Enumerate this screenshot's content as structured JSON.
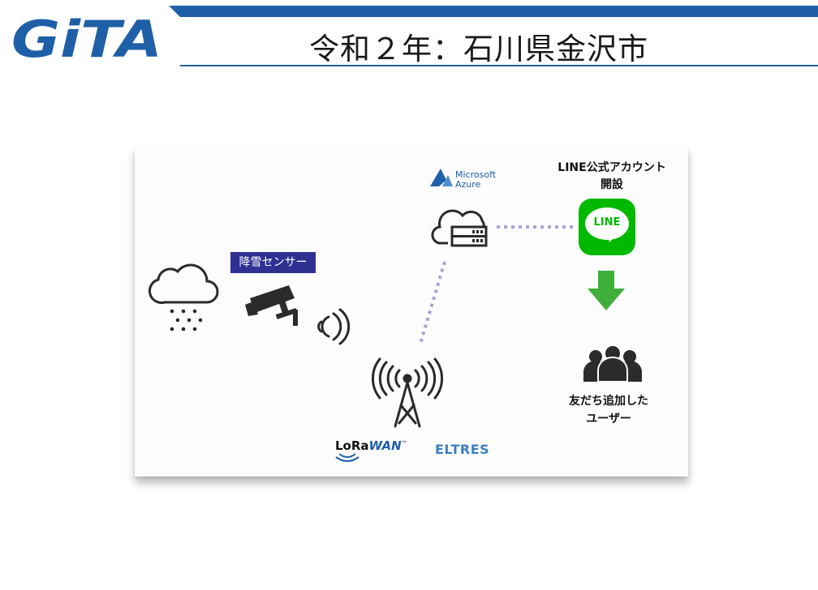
{
  "logo": {
    "text": "GiTA",
    "color": "#1f5fa8"
  },
  "header": {
    "title": "令和２年：石川県金沢市",
    "band_color": "#1f5fa8"
  },
  "diagram": {
    "sensor_label": "降雪センサー",
    "cloud_service": {
      "line1": "Microsoft",
      "line2": "Azure"
    },
    "line_account": {
      "line1": "LINE公式アカウント",
      "line2": "開設",
      "badge_text": "LINE",
      "color": "#00b900"
    },
    "users": {
      "line1": "友だち追加した",
      "line2": "ユーザー"
    },
    "network": {
      "lorawan_prefix": "LoRa",
      "lorawan_suffix": "WAN",
      "lorawan_tm": "™",
      "eltres": "ELTRES"
    },
    "icons": [
      "snow-cloud-icon",
      "security-camera-icon",
      "wireless-signal-icon",
      "cloud-server-icon",
      "radio-tower-icon",
      "down-arrow-icon",
      "users-group-icon"
    ],
    "connector_color": "#a9a3d8",
    "arrow_color": "#3fae3a"
  }
}
